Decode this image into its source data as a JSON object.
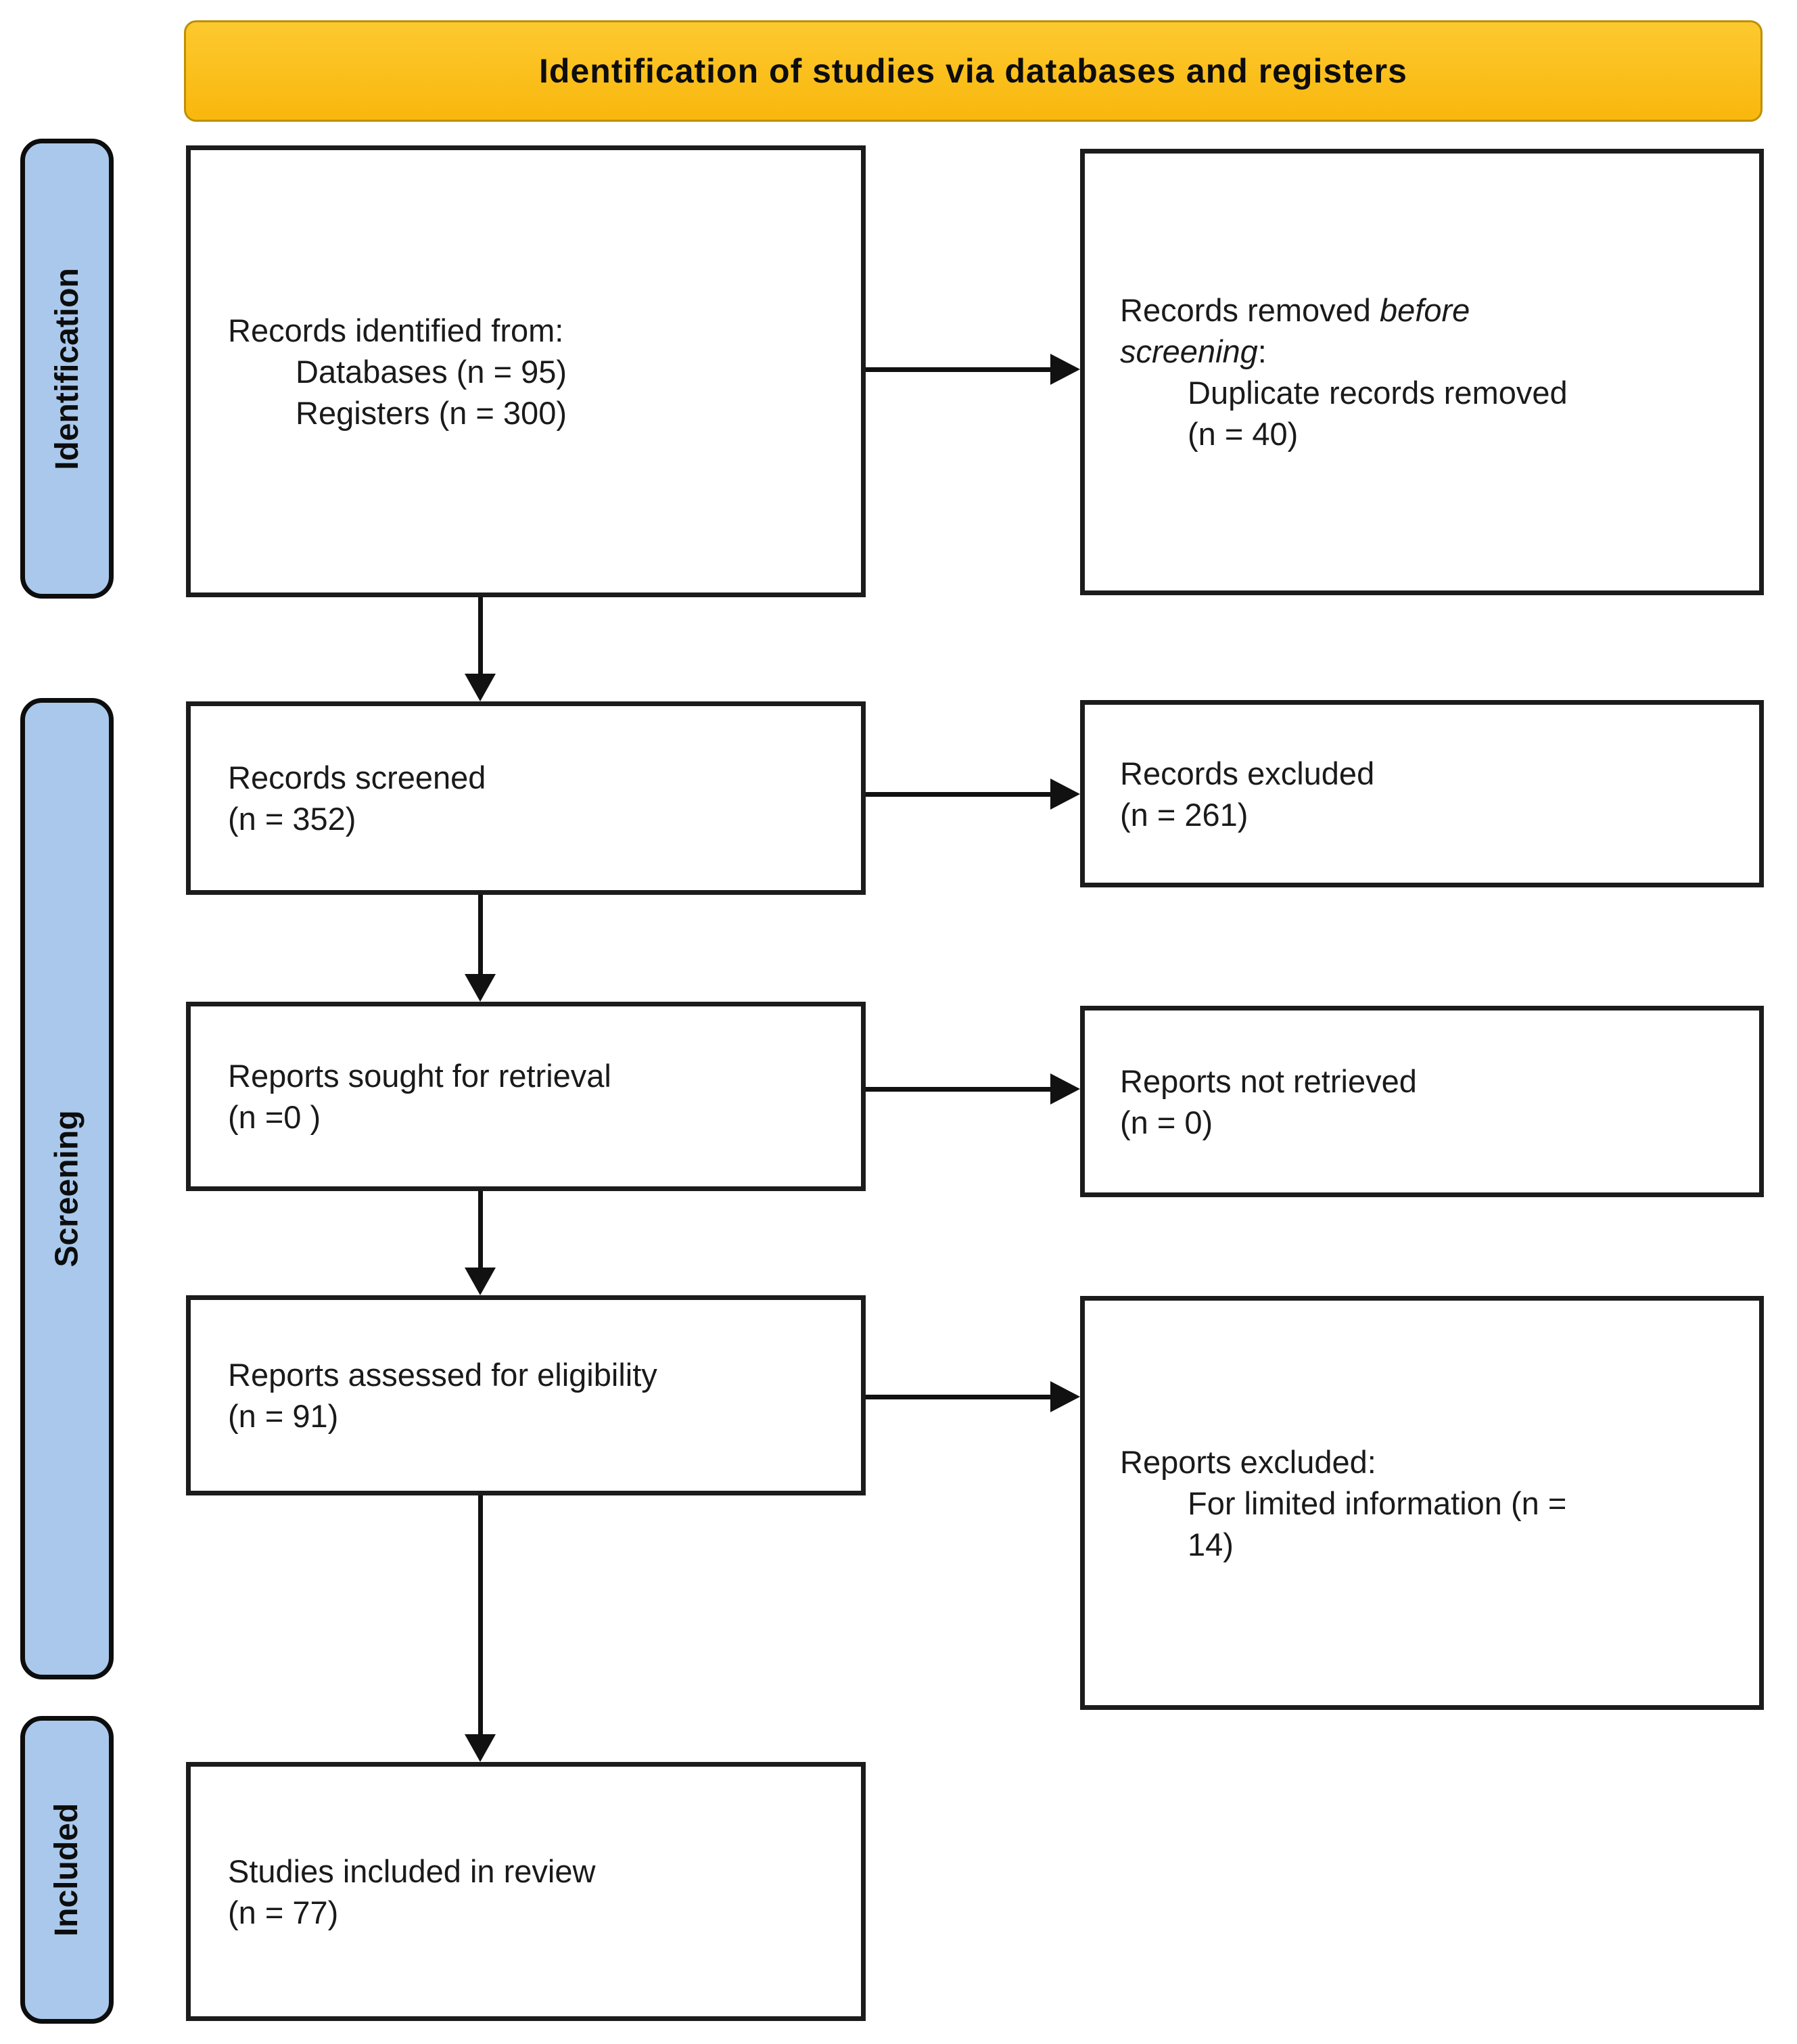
{
  "title": "Identification of studies via databases and registers",
  "colors": {
    "title_bg": "#FBBE18",
    "title_border": "#BD9004",
    "stage_bg": "#A9C8EB",
    "box_border": "#1C1C1C",
    "text": "#1A1A1A"
  },
  "stages": {
    "identification": "Identification",
    "screening": "Screening",
    "included": "Included"
  },
  "boxes": {
    "identified": {
      "line1": "Records identified from:",
      "line2": "Databases (n = 95)",
      "line3": "Registers (n = 300)"
    },
    "removed": {
      "line1_normal": "Records removed ",
      "line1_italic": "before",
      "line2_italic": "screening",
      "line2_suffix": ":",
      "line3": "Duplicate records removed",
      "line4": "(n = 40)"
    },
    "screened": {
      "line1": "Records screened",
      "line2": "(n = 352)"
    },
    "records_excluded": {
      "line1": "Records excluded",
      "line2": "(n = 261)"
    },
    "sought": {
      "line1": "Reports sought for retrieval",
      "line2": "(n =0 )"
    },
    "not_retrieved": {
      "line1": "Reports not retrieved",
      "line2": "(n = 0)"
    },
    "assessed": {
      "line1": "Reports assessed for eligibility",
      "line2": "(n = 91)"
    },
    "reports_excluded": {
      "line1": "Reports excluded:",
      "line2": "For limited information (n =",
      "line3": "14)"
    },
    "included_studies": {
      "line1": "Studies included in review",
      "line2": "(n = 77)"
    }
  }
}
